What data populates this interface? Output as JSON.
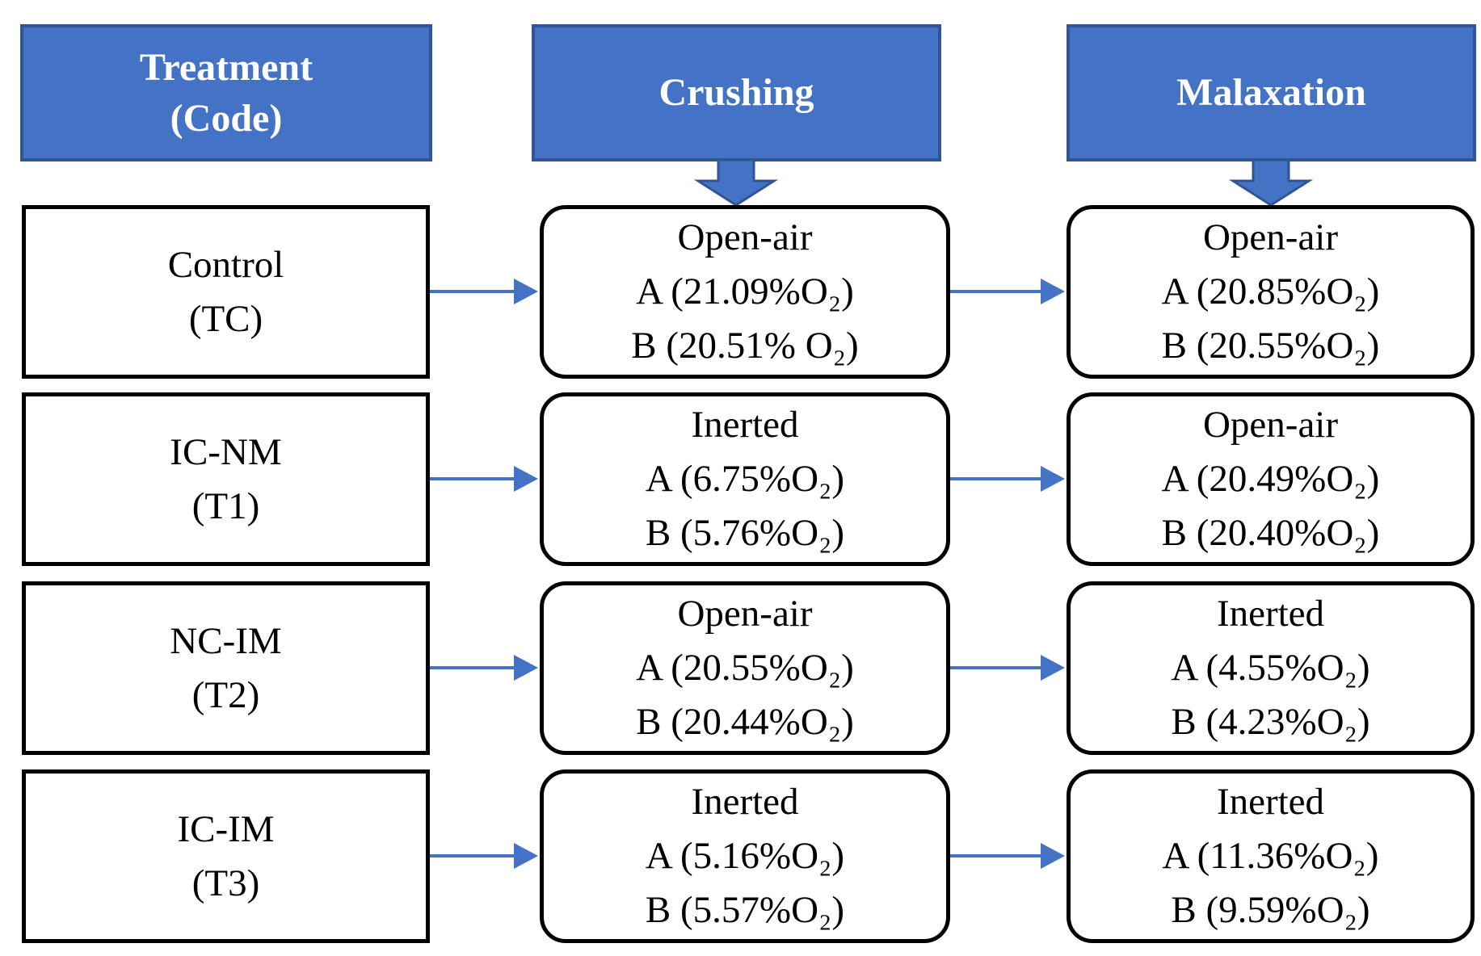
{
  "colors": {
    "header_fill": "#4472C4",
    "header_border": "#2F5597",
    "arrow": "#4472C4",
    "box_border": "#000000",
    "text": "#000000"
  },
  "headers": {
    "treatment_line1": "Treatment",
    "treatment_line2": "(Code)",
    "crushing": "Crushing",
    "malaxation": "Malaxation"
  },
  "rows": [
    {
      "treatment": {
        "name": "Control",
        "code": "(TC)"
      },
      "crushing": {
        "condition": "Open-air",
        "a": "A (21.09%O₂)",
        "b": "B (20.51% O₂)"
      },
      "malaxation": {
        "condition": "Open-air",
        "a": "A (20.85%O₂)",
        "b": "B (20.55%O₂)"
      }
    },
    {
      "treatment": {
        "name": "IC-NM",
        "code": "(T1)"
      },
      "crushing": {
        "condition": "Inerted",
        "a": "A (6.75%O₂)",
        "b": "B (5.76%O₂)"
      },
      "malaxation": {
        "condition": "Open-air",
        "a": "A (20.49%O₂)",
        "b": "B (20.40%O₂)"
      }
    },
    {
      "treatment": {
        "name": "NC-IM",
        "code": "(T2)"
      },
      "crushing": {
        "condition": "Open-air",
        "a": "A (20.55%O₂)",
        "b": "B (20.44%O₂)"
      },
      "malaxation": {
        "condition": "Inerted",
        "a": "A (4.55%O₂)",
        "b": "B (4.23%O₂)"
      }
    },
    {
      "treatment": {
        "name": "IC-IM",
        "code": "(T3)"
      },
      "crushing": {
        "condition": "Inerted",
        "a": "A (5.16%O₂)",
        "b": "B (5.57%O₂)"
      },
      "malaxation": {
        "condition": "Inerted",
        "a": "A (11.36%O₂)",
        "b": "B (9.59%O₂)"
      }
    }
  ]
}
